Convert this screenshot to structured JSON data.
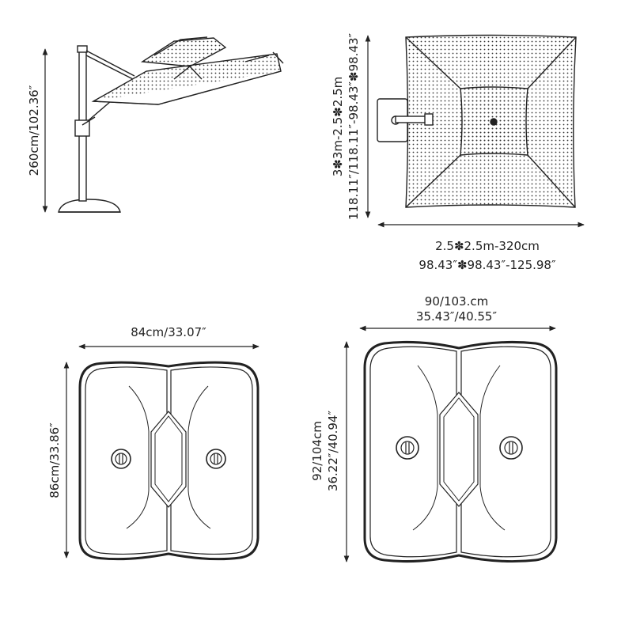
{
  "side_view": {
    "height_label": "260cm/102.36″"
  },
  "top_view": {
    "depth_label": "3✽3m-2.5✽2.5m",
    "depth_label_in": "118.11″/118.11″-98.43″✽98.43″",
    "width_label": "2.5✽2.5m-320cm",
    "width_label_in": "98.43″✽98.43″-125.98″"
  },
  "small_base": {
    "width_label": "84cm/33.07″",
    "height_label": "86cm/33.86″"
  },
  "large_base": {
    "width_label": "90/103.cm",
    "width_label_in": "35.43″/40.55″",
    "height_label": "92/104cm",
    "height_label_in": "36.22″/40.94″"
  }
}
